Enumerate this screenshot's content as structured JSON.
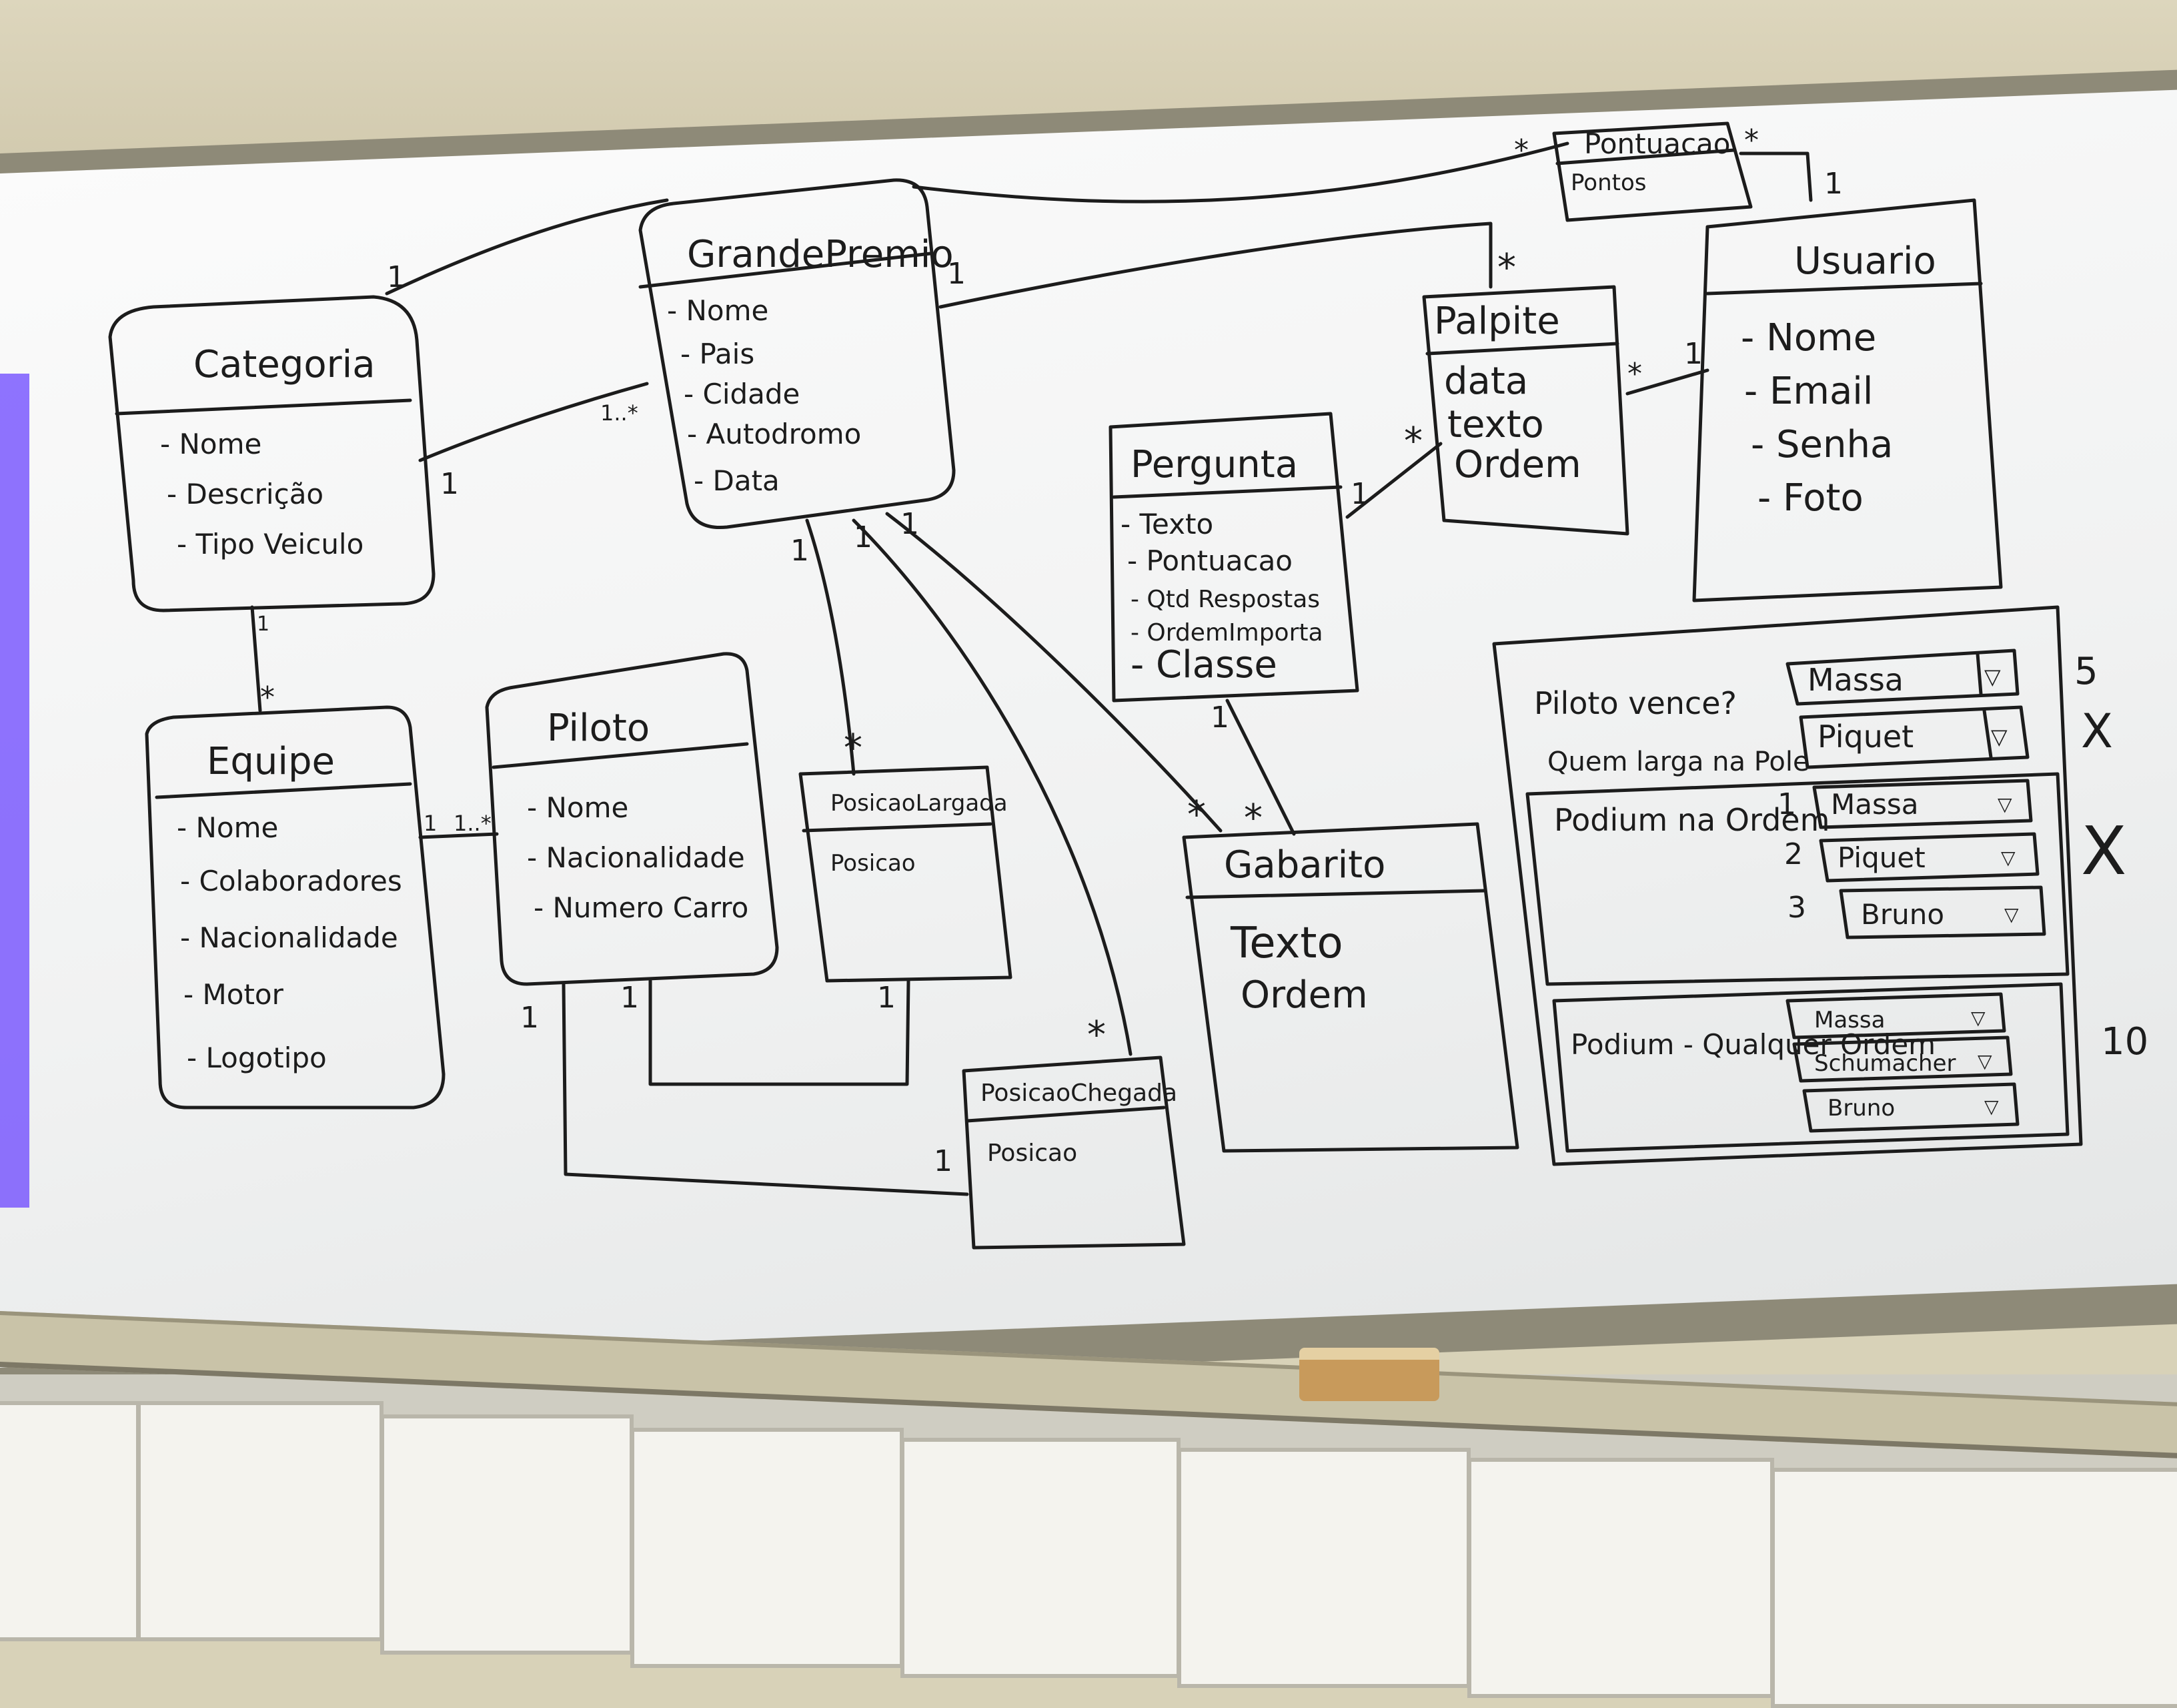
{
  "classes": {
    "categoria": {
      "title": "Categoria",
      "attrs": [
        "- Nome",
        "- Descrição",
        "- Tipo Veiculo"
      ]
    },
    "grande_premio": {
      "title": "GrandePremio",
      "attrs": [
        "- Nome",
        "- Pais",
        "- Cidade",
        "- Autodromo",
        "- Data"
      ]
    },
    "pontuacao": {
      "title": "Pontuacao",
      "attrs": [
        "Pontos"
      ]
    },
    "palpite": {
      "title": "Palpite",
      "attrs": [
        "data",
        "texto",
        "Ordem"
      ]
    },
    "usuario": {
      "title": "Usuario",
      "attrs": [
        "- Nome",
        "- Email",
        "- Senha",
        "- Foto"
      ]
    },
    "pergunta": {
      "title": "Pergunta",
      "attrs": [
        "- Texto",
        "- Pontuacao",
        "- Qtd Respostas",
        "- OrdemImporta",
        "- Classe"
      ]
    },
    "equipe": {
      "title": "Equipe",
      "attrs": [
        "- Nome",
        "- Colaboradores",
        "- Nacionalidade",
        "- Motor",
        "- Logotipo"
      ]
    },
    "piloto": {
      "title": "Piloto",
      "attrs": [
        "- Nome",
        "- Nacionalidade",
        "- Numero Carro"
      ]
    },
    "posicao_largada": {
      "title": "PosicaoLargada",
      "attrs": [
        "Posicao"
      ]
    },
    "posicao_chegada": {
      "title": "PosicaoChegada",
      "attrs": [
        "Posicao"
      ]
    },
    "gabarito": {
      "title": "Gabarito",
      "attrs": [
        "Texto",
        "Ordem"
      ]
    }
  },
  "multiplicities": {
    "cat_gp_cat": "1",
    "cat_gp_gp1": "1",
    "cat_gp_gpN": "1..*",
    "gp_pontuacao": "*",
    "usuario_pontuacao_star": "*",
    "usuario_pontuacao_one": "1",
    "gp_palpite_gp": "1",
    "gp_palpite_pal": "*",
    "palpite_usuario_star": "*",
    "palpite_usuario_one": "1",
    "pergunta_palpite_one": "1",
    "pergunta_palpite_star": "*",
    "cat_equipe_one": "1",
    "cat_equipe_star": "*",
    "equipe_piloto_one": "1",
    "equipe_piloto_star": "1..*",
    "gp_a": "1",
    "gp_b": "1",
    "gp_c": "1",
    "largada_star": "*",
    "chegada_star": "*",
    "piloto_1a": "1",
    "piloto_1b": "1",
    "largada_1": "1",
    "chegada_1": "1",
    "pergunta_gab_1": "1",
    "gab_star_a": "*",
    "gab_star_b": "*"
  },
  "mockup": {
    "q1": {
      "label": "Piloto vence?",
      "value": "Massa",
      "score": "5"
    },
    "q2": {
      "label": "Quem larga na Pole",
      "value": "Piquet",
      "score": "X"
    },
    "podium_ordem": {
      "label": "Podium na Ordem",
      "ranks": [
        "1",
        "2",
        "3"
      ],
      "values": [
        "Massa",
        "Piquet",
        "Bruno"
      ],
      "score": "X"
    },
    "podium_qualquer": {
      "label": "Podium - Qualquer Ordem",
      "values": [
        "Massa",
        "Schumacher",
        "Bruno"
      ],
      "score": "10"
    },
    "dropdown_glyph": "▽"
  },
  "colors": {
    "ink": "#1c1c1c",
    "board": "#f4f5f5",
    "frame": "#8e8a78"
  }
}
